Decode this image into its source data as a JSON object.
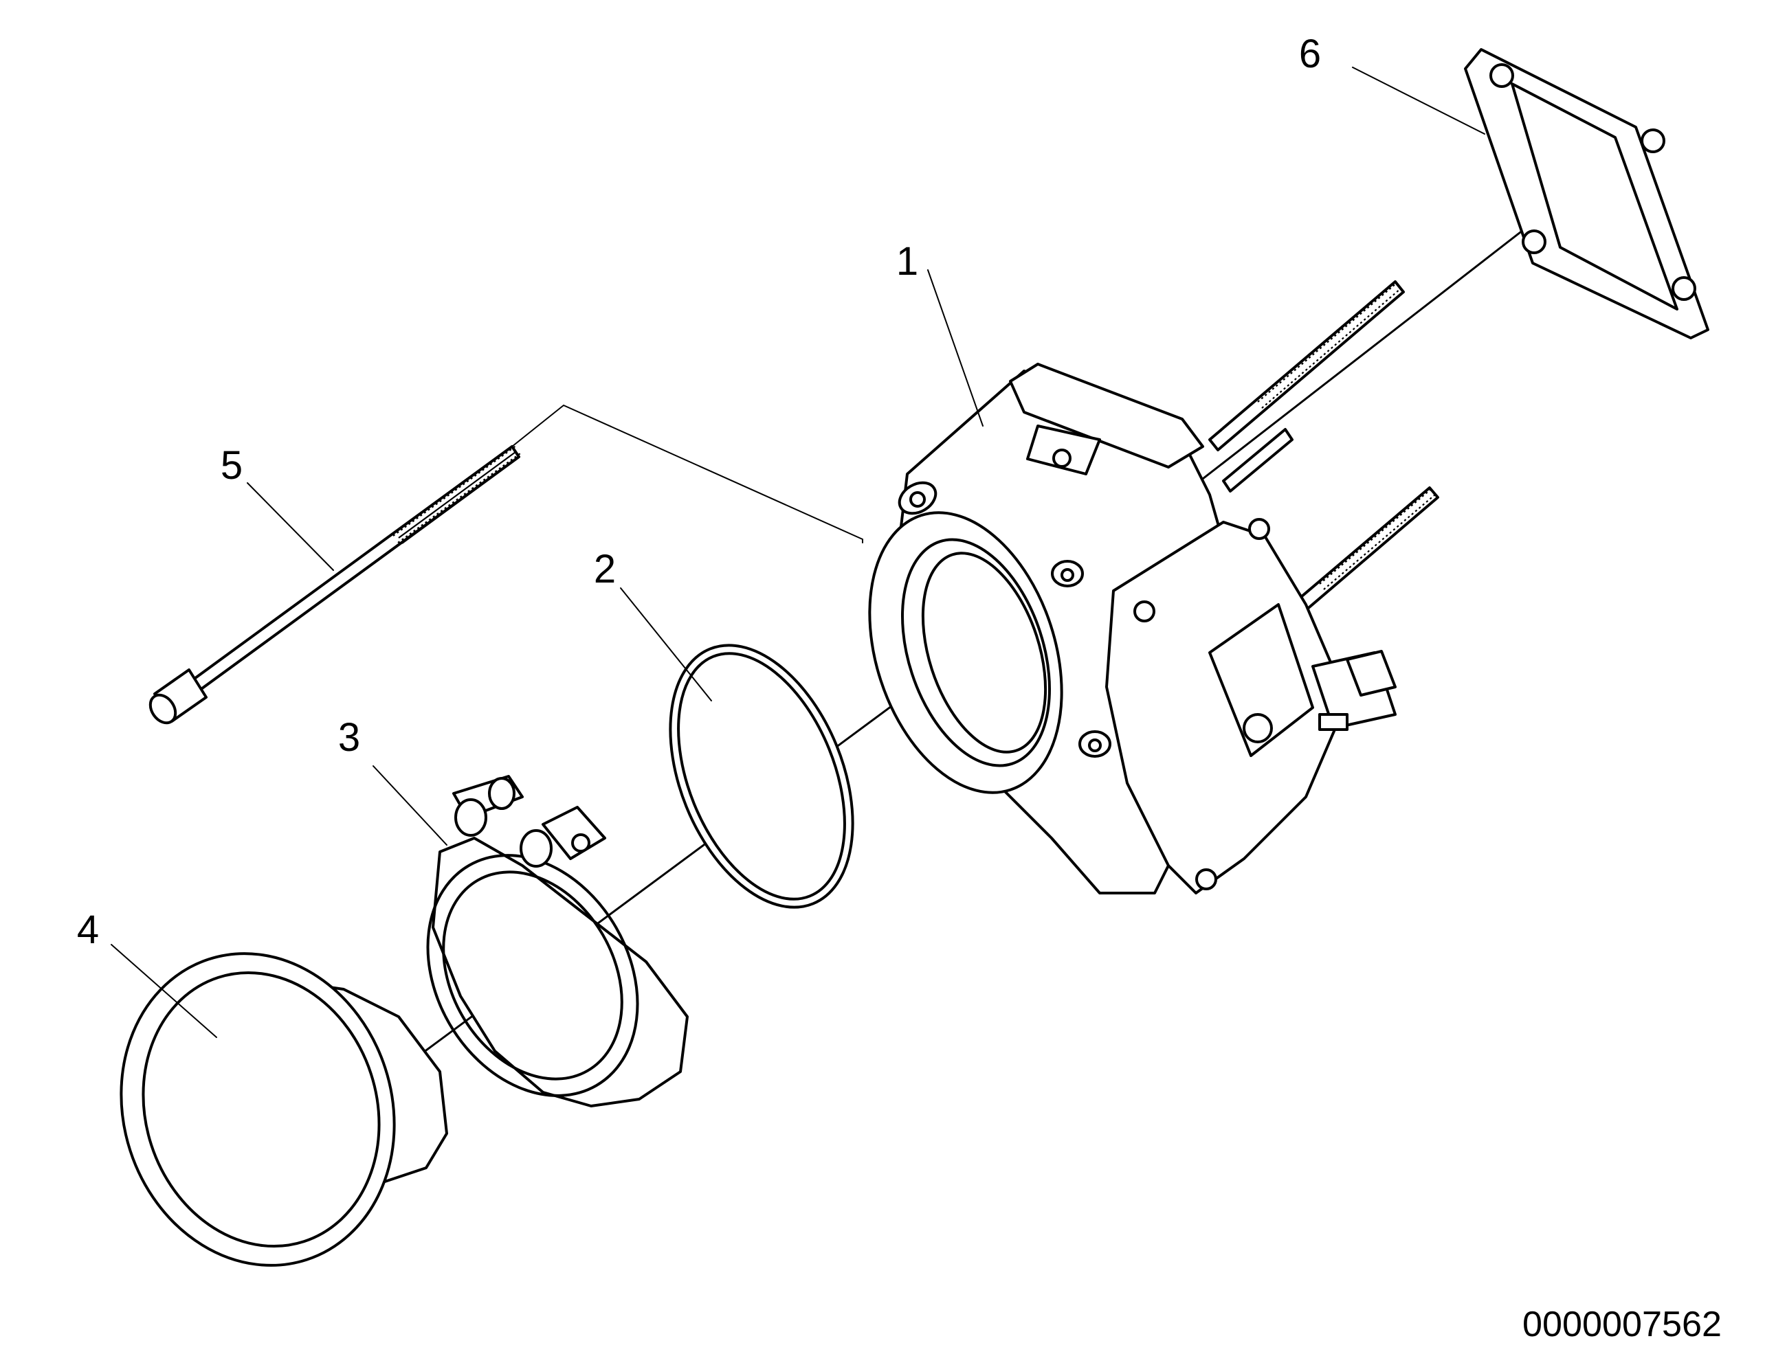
{
  "callouts": {
    "c1": "1",
    "c2": "2",
    "c3": "3",
    "c4": "4",
    "c5": "5",
    "c6": "6"
  },
  "drawing_number": "0000007562"
}
